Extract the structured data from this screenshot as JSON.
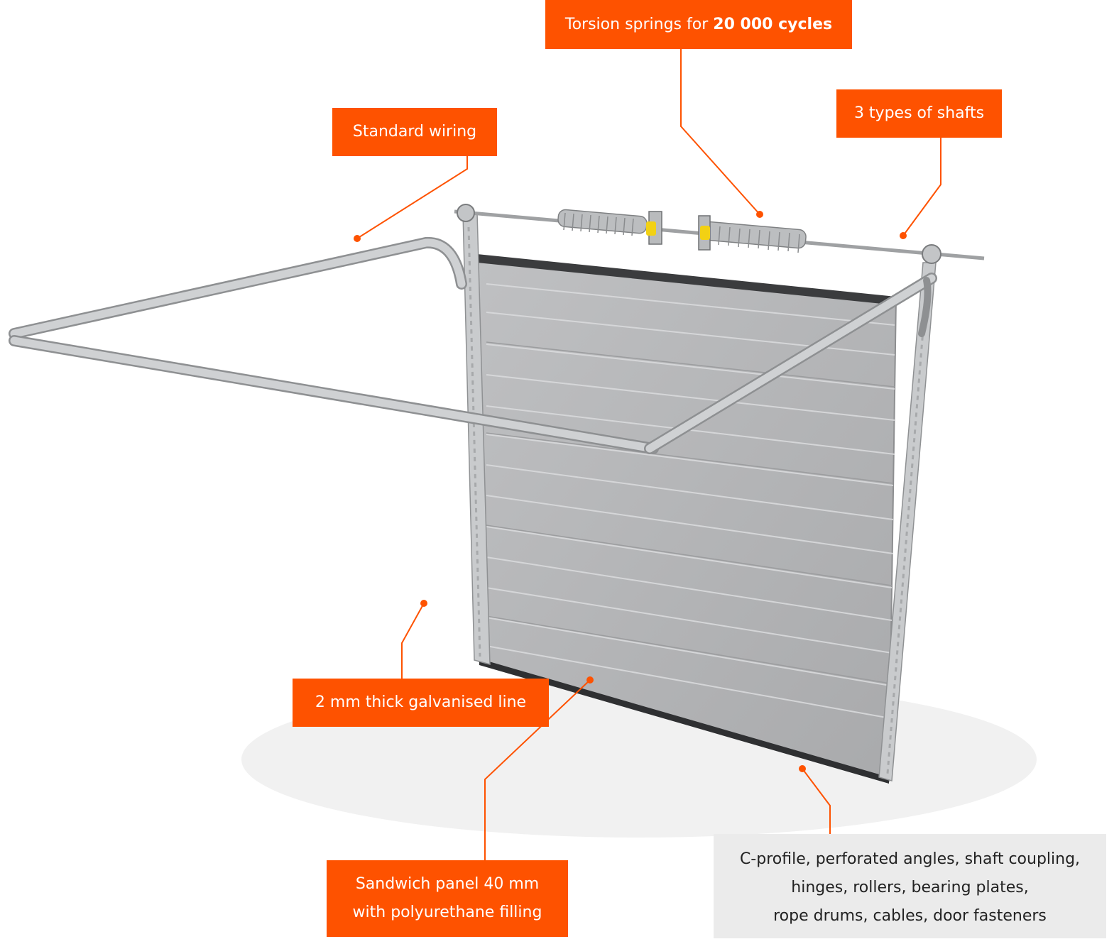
{
  "colors": {
    "accent": "#fe5200",
    "panel": "#b5b6b8",
    "steel": "#c4c6c8",
    "note_bg": "#ebebeb"
  },
  "labels": {
    "torsion_prefix": "Torsion springs for ",
    "torsion_bold": "20 000 cycles",
    "shafts": "3 types of shafts",
    "wiring": "Standard wiring",
    "galvanised": "2 mm thick galvanised line",
    "sandwich_line1": "Sandwich panel 40 mm",
    "sandwich_line2": "with polyurethane filling",
    "components_line1": "C-profile, perforated angles, shaft coupling,",
    "components_line2": "hinges, rollers, bearing plates,",
    "components_line3": "rope drums, cables, door fasteners"
  }
}
